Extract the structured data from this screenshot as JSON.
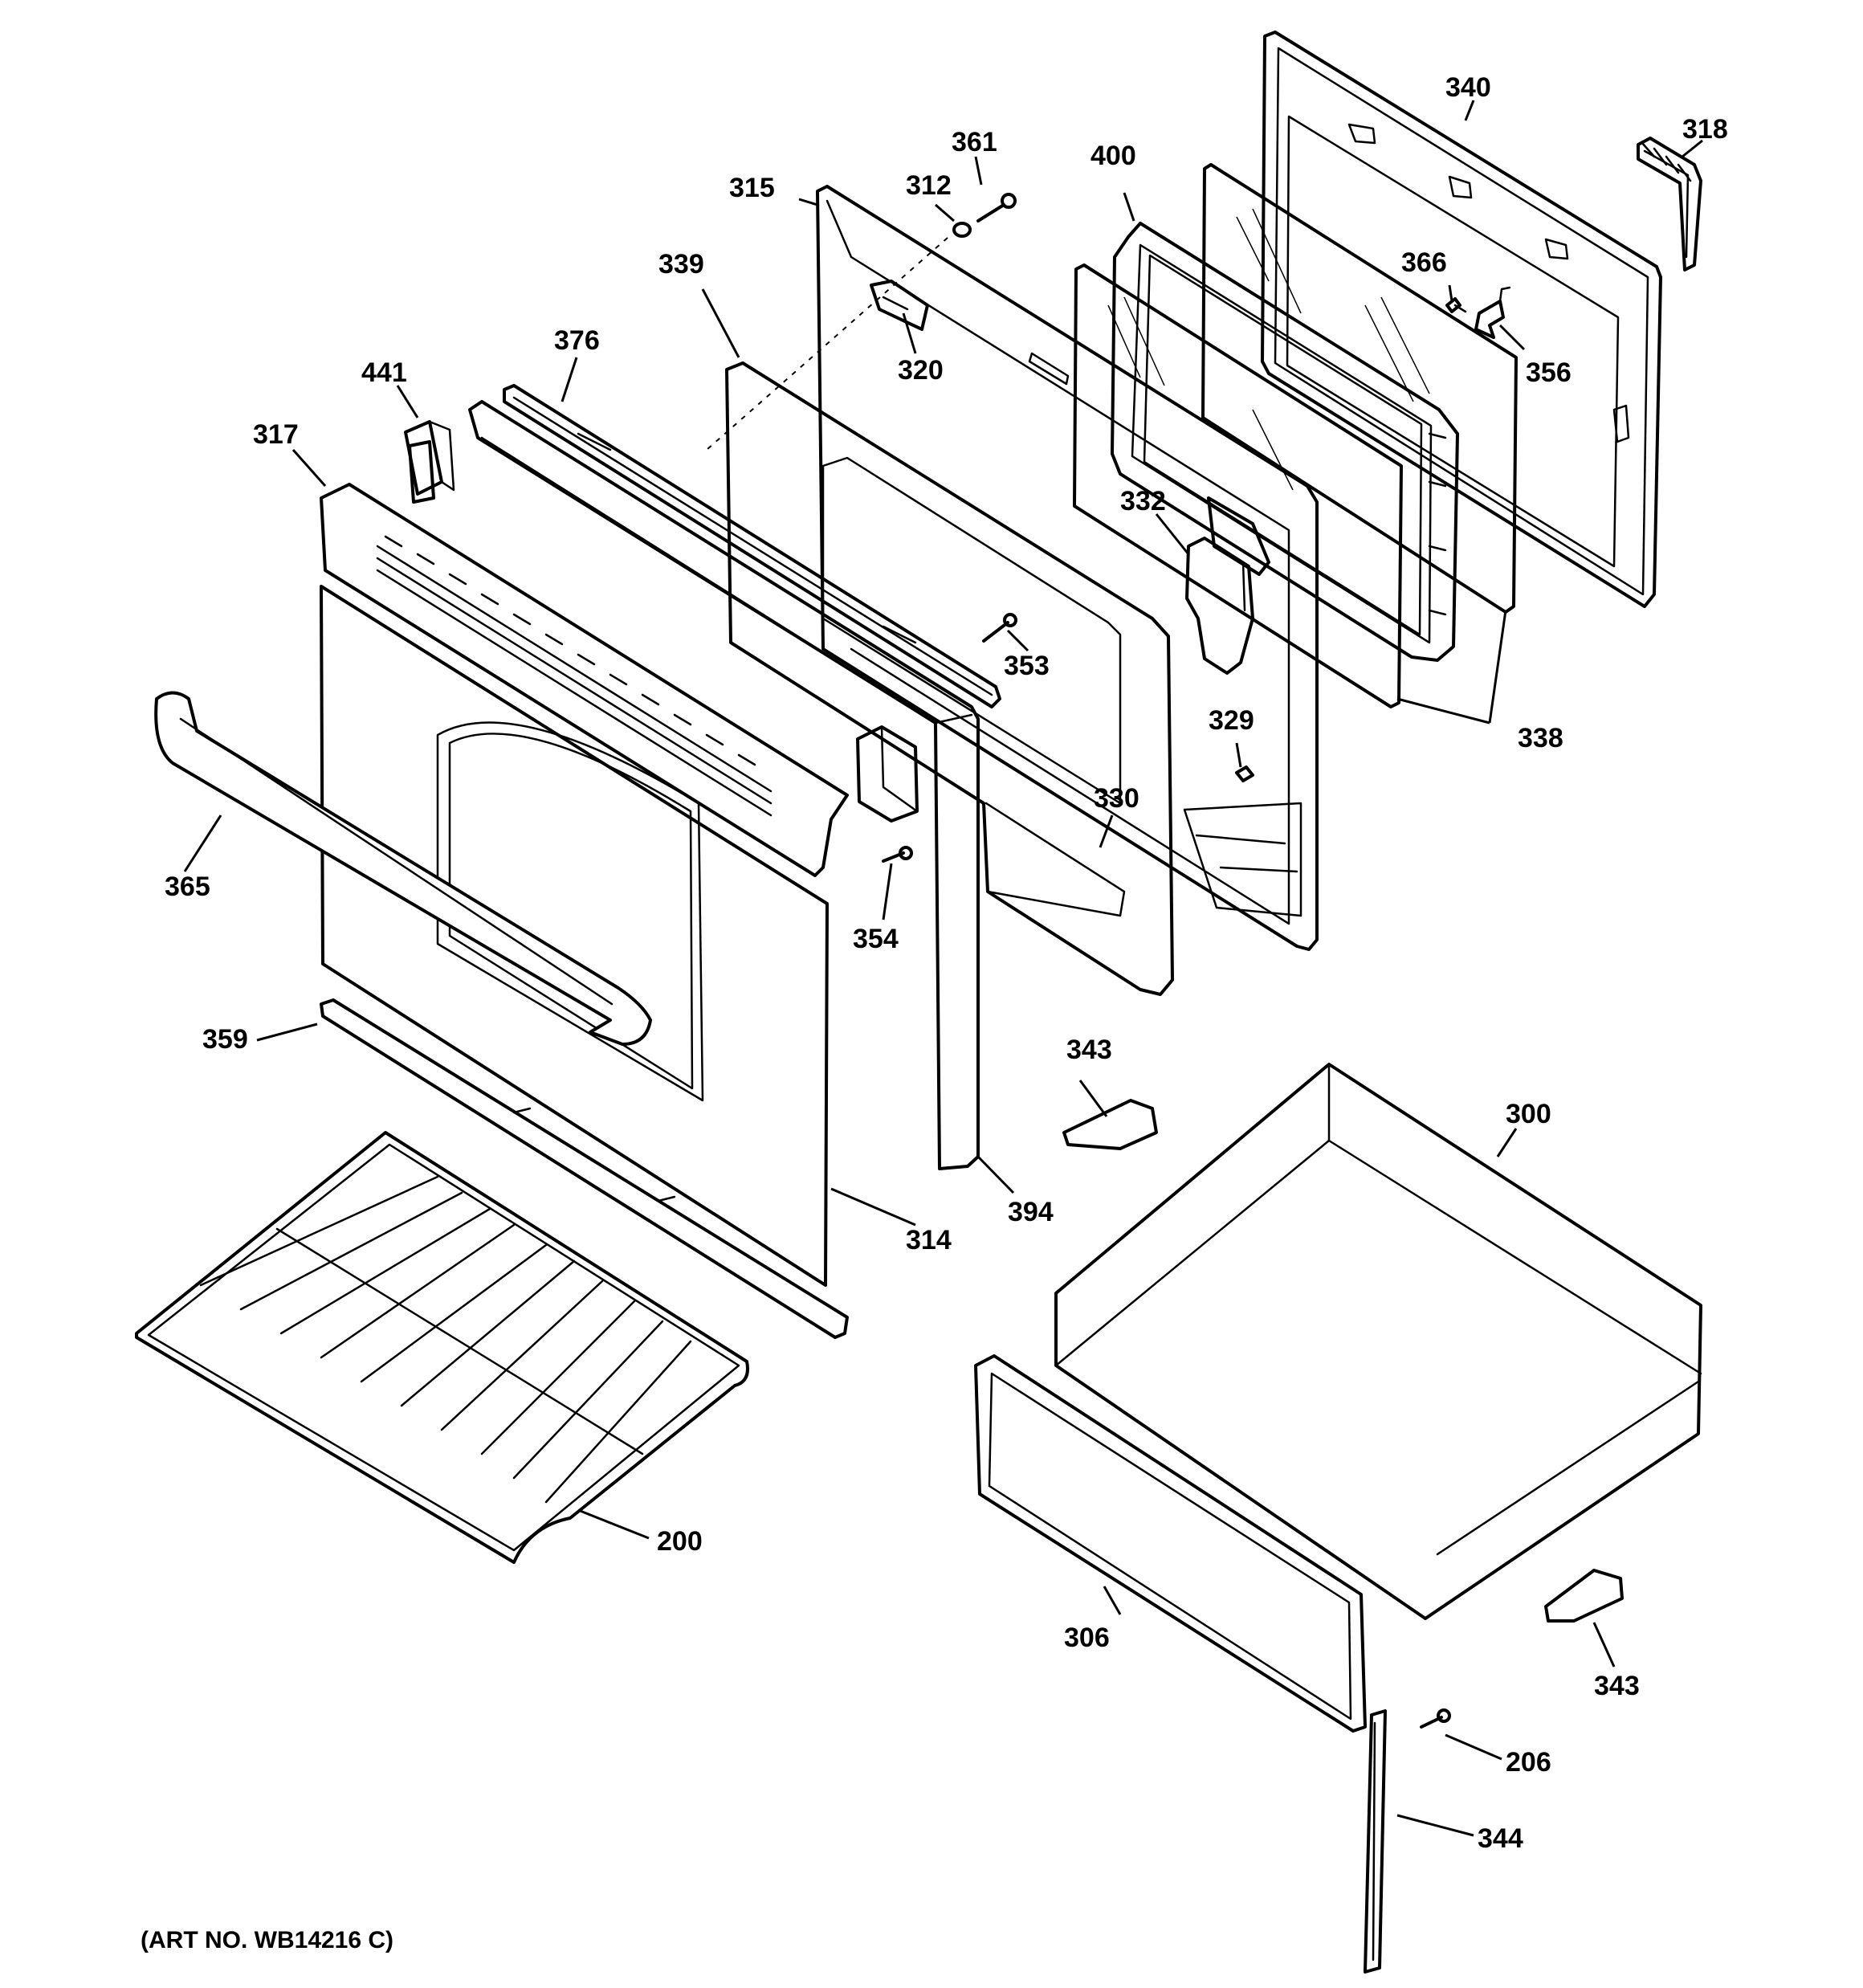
{
  "labels": {
    "p340": "340",
    "p318": "318",
    "p361": "361",
    "p312": "312",
    "p315": "315",
    "p400": "400",
    "p366": "366",
    "p339": "339",
    "p320": "320",
    "p356": "356",
    "p376": "376",
    "p441": "441",
    "p317": "317",
    "p332": "332",
    "p353": "353",
    "p338": "338",
    "p329": "329",
    "p330": "330",
    "p365": "365",
    "p354": "354",
    "p343a": "343",
    "p359": "359",
    "p300": "300",
    "p394": "394",
    "p314": "314",
    "p200": "200",
    "p306": "306",
    "p343b": "343",
    "p206": "206",
    "p344": "344"
  },
  "art_number": "(ART NO. WB14216 C)"
}
